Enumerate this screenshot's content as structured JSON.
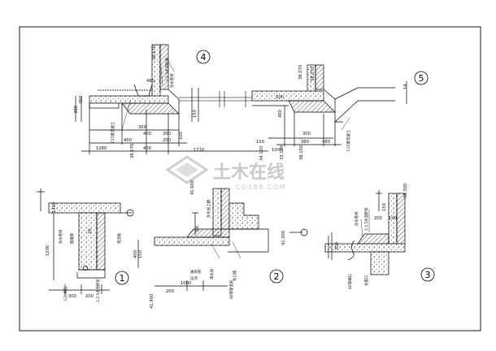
{
  "watermark": {
    "brand": "土木在线",
    "url": "CO188.COM"
  },
  "details": [
    {
      "id": "1",
      "dims": [
        "1200",
        "300",
        "200",
        "1440",
        "20"
      ],
      "notes": [
        "防水卷材",
        "C20细石",
        "现浇板",
        "1:2.5水泥砂浆",
        "嵌缝膏"
      ]
    },
    {
      "id": "2",
      "dims": [
        "41.600",
        "1000",
        "200",
        "400",
        "150",
        "41.900",
        "41.300"
      ],
      "notes": [
        "防水层上翻",
        "泛水",
        "通风管",
        "女儿墙",
        "80厚保温层",
        "压顶",
        "滴水线"
      ]
    },
    {
      "id": "3",
      "dims": [
        "300",
        "200",
        "100",
        "150",
        "38.300"
      ],
      "notes": [
        "防水卷材",
        "1:2.5水泥砂浆",
        "40厚细石",
        "水落口"
      ]
    },
    {
      "id": "4",
      "dims": [
        "300",
        "450",
        "480",
        "300",
        "400",
        "300",
        "400",
        "200",
        "150",
        "1280",
        "400",
        "100",
        "38.570"
      ],
      "notes": [
        "防水卷材",
        "C15素混凝土",
        "1:2.5水泥砂浆"
      ]
    },
    {
      "id": "5",
      "dims": [
        "1710",
        "1000",
        "200",
        "400",
        "300",
        "100",
        "480",
        "380",
        "38.070",
        "34.120",
        "33.120",
        "38.150",
        "38.570"
      ],
      "notes": [
        "C15素混凝土"
      ]
    }
  ],
  "axis_tag": "14"
}
